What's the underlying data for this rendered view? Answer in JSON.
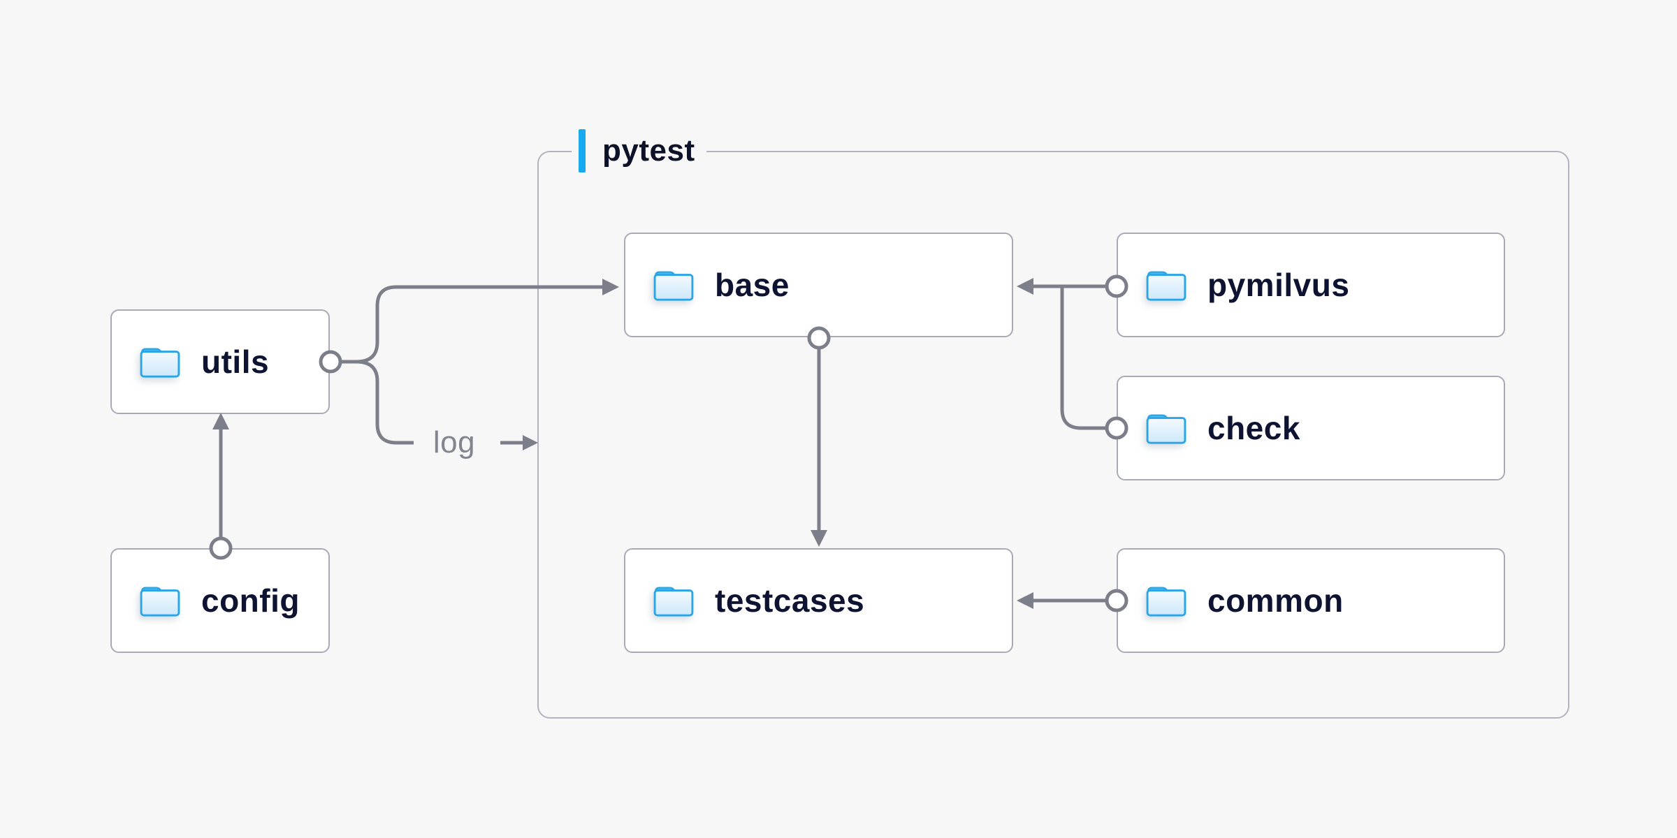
{
  "diagram": {
    "background_color": "#f7f7f8",
    "accent_color": "#18a9ee",
    "text_color": "#0d1330",
    "connector_color": "#7c7f89",
    "box_border_color": "#a8aab6",
    "container_border_color": "#b1b3c0",
    "folder_blue": "#2aa5e6",
    "container": {
      "label": "pytest"
    },
    "nodes": [
      {
        "id": "utils",
        "label": "utils",
        "icon": "folder"
      },
      {
        "id": "config",
        "label": "config",
        "icon": "folder"
      },
      {
        "id": "base",
        "label": "base",
        "icon": "folder"
      },
      {
        "id": "testcases",
        "label": "testcases",
        "icon": "folder"
      },
      {
        "id": "pymilvus",
        "label": "pymilvus",
        "icon": "folder"
      },
      {
        "id": "check",
        "label": "check",
        "icon": "folder"
      },
      {
        "id": "common",
        "label": "common",
        "icon": "folder"
      }
    ],
    "edge_label": "log",
    "edges": [
      {
        "from": "config",
        "to": "utils"
      },
      {
        "from": "utils",
        "to": "base"
      },
      {
        "from": "utils",
        "to": "pytest-container",
        "label": "log"
      },
      {
        "from": "pymilvus",
        "to": "base"
      },
      {
        "from": "check",
        "to": "base"
      },
      {
        "from": "base",
        "to": "testcases"
      },
      {
        "from": "common",
        "to": "testcases"
      }
    ]
  }
}
